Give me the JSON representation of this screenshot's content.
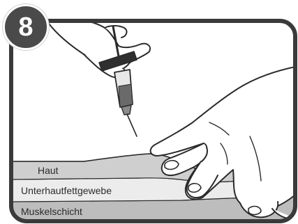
{
  "step": {
    "number": "8"
  },
  "layers": [
    {
      "label": "Haut"
    },
    {
      "label": "Unterhautfettgewebe"
    },
    {
      "label": "Muskelschicht"
    }
  ],
  "colors": {
    "frame": "#3a3a3a",
    "skin_band": "#cfcfcf",
    "fat_band": "#ececec",
    "muscle_band": "#bdbdbd",
    "line": "#2a2a2a",
    "badge": "#4a4a4a"
  }
}
